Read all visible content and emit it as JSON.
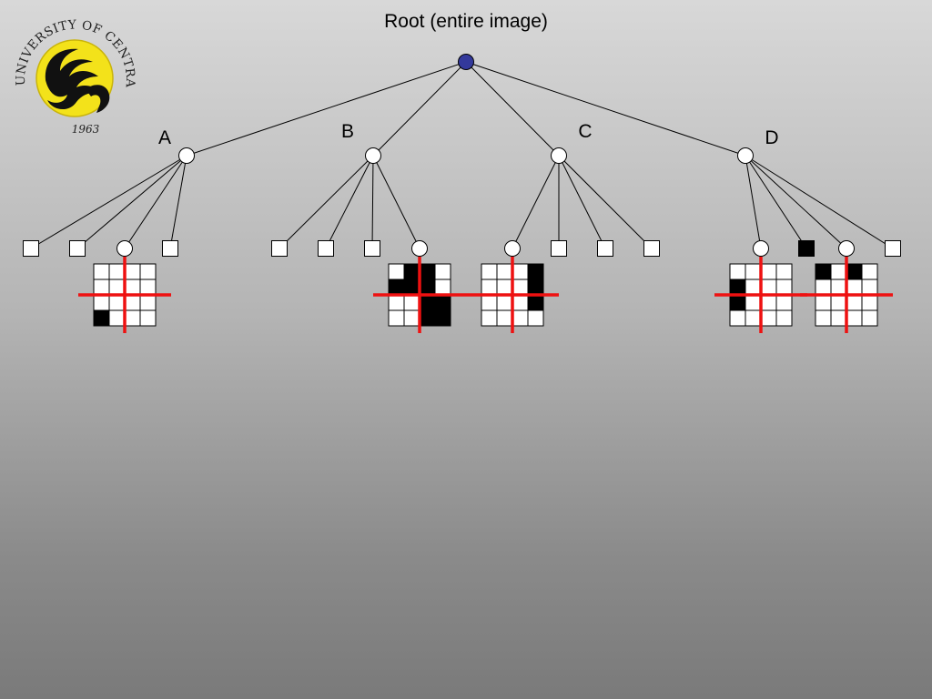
{
  "slide": {
    "root_label": "Root (entire image)"
  },
  "logo": {
    "text_top": "UNIVERSITY OF CENTRAL FLORIDA",
    "year": "1963"
  },
  "colors": {
    "root_fill": "#33399b",
    "grid_cross": "#ee1111",
    "black": "#000000",
    "white": "#ffffff",
    "logo_gold": "#f3e21a"
  },
  "tree": {
    "root": {
      "label": "Root (entire image)",
      "type": "gray"
    },
    "children": [
      {
        "label": "A",
        "type": "gray",
        "children": [
          {
            "type": "white"
          },
          {
            "type": "white"
          },
          {
            "type": "gray",
            "grid": [
              [
                0,
                0,
                0,
                0
              ],
              [
                0,
                0,
                0,
                0
              ],
              [
                0,
                0,
                0,
                0
              ],
              [
                1,
                0,
                0,
                0
              ]
            ]
          },
          {
            "type": "white"
          }
        ]
      },
      {
        "label": "B",
        "type": "gray",
        "children": [
          {
            "type": "white"
          },
          {
            "type": "white"
          },
          {
            "type": "white"
          },
          {
            "type": "gray",
            "grid": [
              [
                0,
                1,
                1,
                0
              ],
              [
                1,
                1,
                1,
                0
              ],
              [
                0,
                0,
                1,
                1
              ],
              [
                0,
                0,
                1,
                1
              ]
            ]
          }
        ]
      },
      {
        "label": "C",
        "type": "gray",
        "children": [
          {
            "type": "gray",
            "grid": [
              [
                0,
                0,
                0,
                1
              ],
              [
                0,
                0,
                0,
                1
              ],
              [
                0,
                0,
                0,
                1
              ],
              [
                0,
                0,
                0,
                0
              ]
            ]
          },
          {
            "type": "white"
          },
          {
            "type": "white"
          },
          {
            "type": "white"
          }
        ]
      },
      {
        "label": "D",
        "type": "gray",
        "children": [
          {
            "type": "gray",
            "grid": [
              [
                0,
                0,
                0,
                0
              ],
              [
                1,
                0,
                0,
                0
              ],
              [
                1,
                0,
                0,
                0
              ],
              [
                0,
                0,
                0,
                0
              ]
            ]
          },
          {
            "type": "black"
          },
          {
            "type": "gray",
            "grid": [
              [
                1,
                0,
                1,
                0
              ],
              [
                0,
                0,
                0,
                0
              ],
              [
                0,
                0,
                0,
                0
              ],
              [
                0,
                0,
                0,
                0
              ]
            ]
          },
          {
            "type": "white"
          }
        ]
      }
    ]
  }
}
